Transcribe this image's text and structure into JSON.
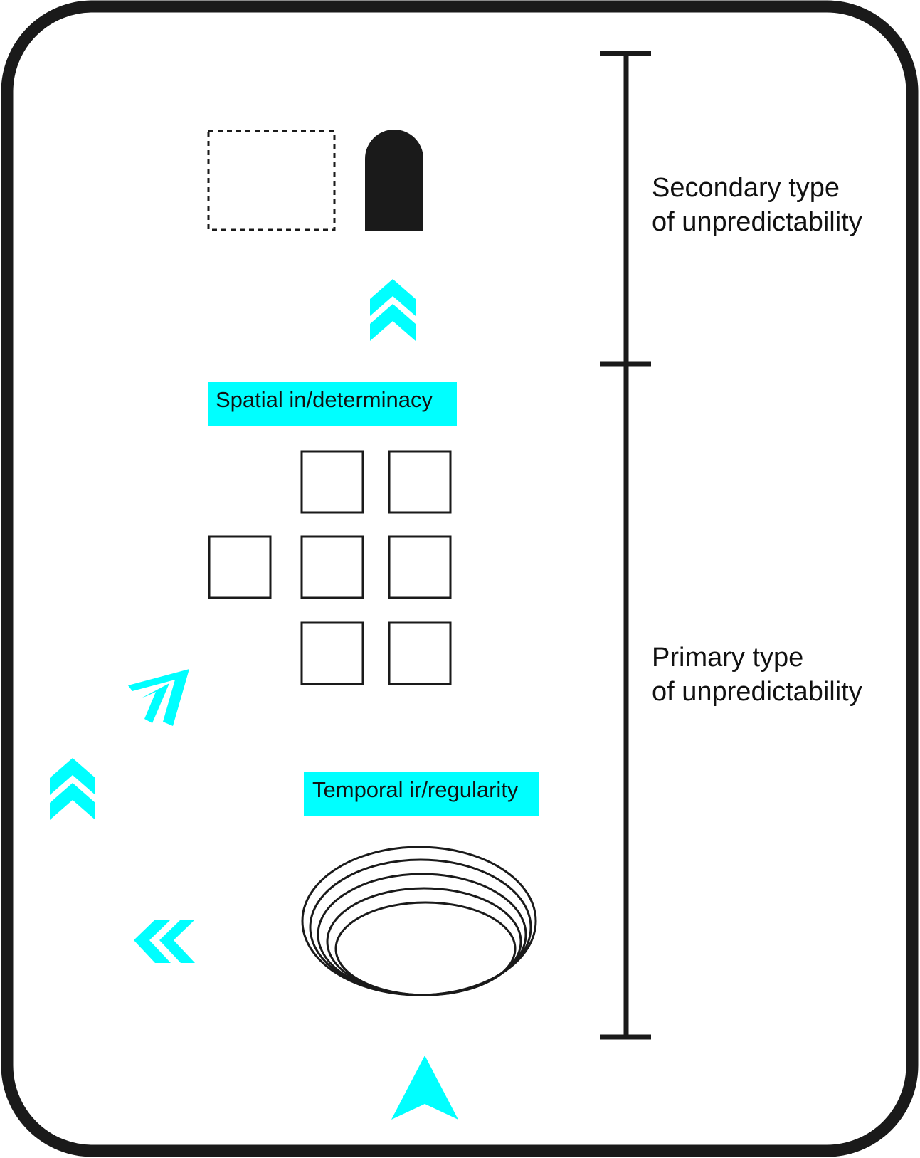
{
  "labels": {
    "spatial": "Spatial in/determinacy",
    "temporal": "Temporal ir/regularity"
  },
  "scale": {
    "secondary_line1": "Secondary type",
    "secondary_line2": "of unpredictability",
    "primary_line1": "Primary type",
    "primary_line2": "of unpredictability"
  },
  "icons": {
    "up_double_chevron": "double-chevron-up-icon",
    "diagonal_double_chevron": "double-chevron-up-right-icon",
    "left_double_chevron": "double-chevron-left-icon",
    "arrowhead": "arrowhead-up-icon"
  },
  "colors": {
    "accent": "#00ffff",
    "stroke": "#1a1a1a",
    "frame": "#1a1a1a",
    "background": "#ffffff"
  }
}
